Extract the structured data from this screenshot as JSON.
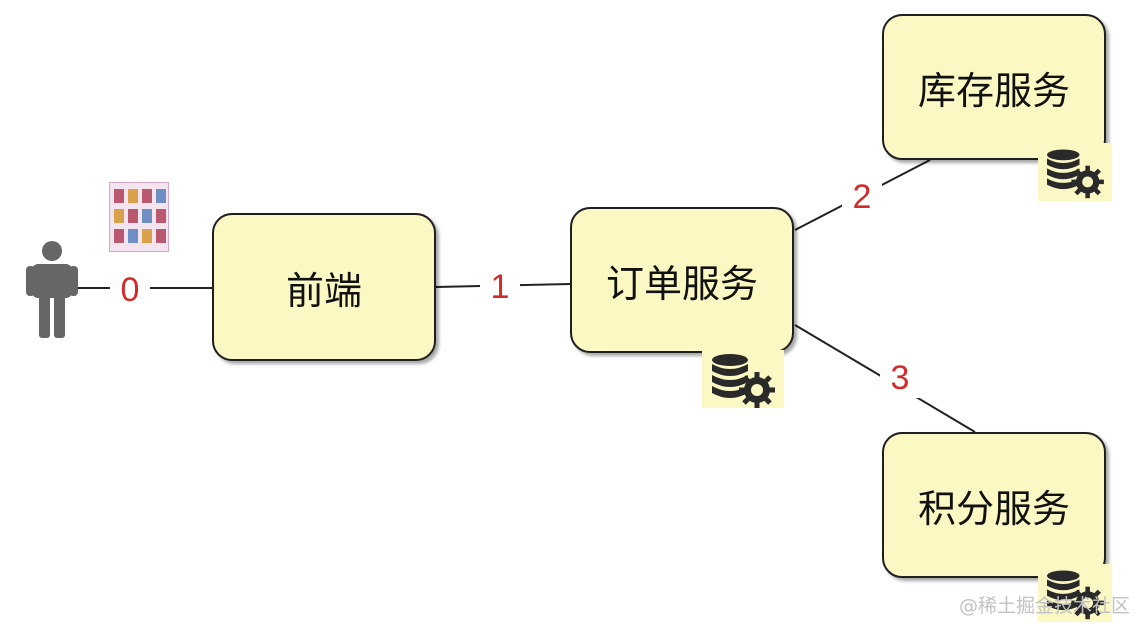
{
  "nodes": {
    "frontend": "前端",
    "order": "订单服务",
    "inventory": "库存服务",
    "points": "积分服务"
  },
  "edges": {
    "user_frontend": "0",
    "frontend_order": "1",
    "order_inventory": "2",
    "order_points": "3"
  },
  "icons": {
    "user": "user-icon",
    "database": "database-gear-icon"
  },
  "colors": {
    "node_fill": "#fbf8c4",
    "edge_label": "#d12b2b"
  },
  "watermark": "@稀土掘金技术社区"
}
